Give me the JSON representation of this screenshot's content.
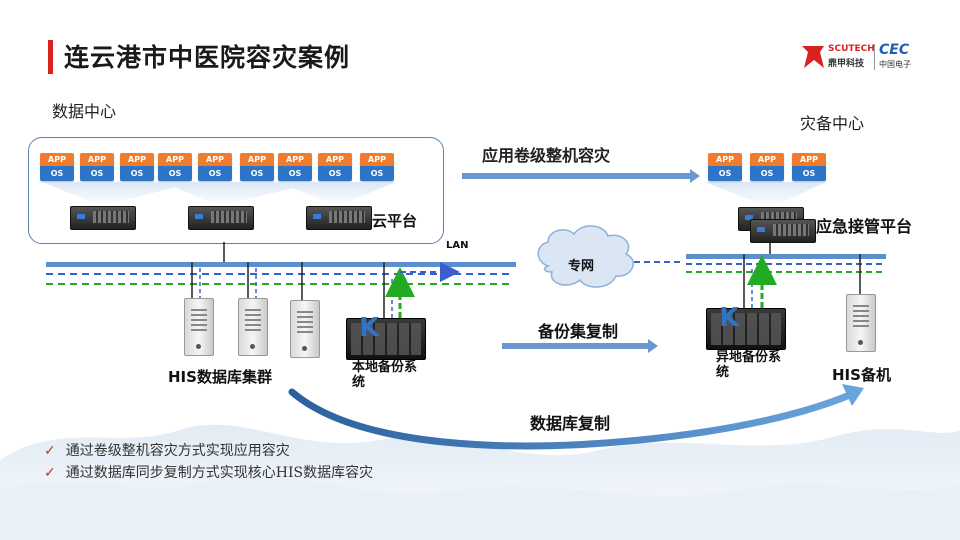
{
  "title": "连云港市中医院容灾案例",
  "logo": {
    "brand1": "SCUTECH",
    "brand1_sub": "鼎甲科技",
    "brand2": "CEC",
    "brand2_sub": "中国电子"
  },
  "left_center": {
    "label": "数据中心",
    "cloud_label": "云平台",
    "lan_label": "LAN",
    "chips": [
      {
        "app": "APP",
        "os": "OS"
      },
      {
        "app": "APP",
        "os": "OS"
      },
      {
        "app": "APP",
        "os": "OS"
      },
      {
        "app": "APP",
        "os": "OS"
      },
      {
        "app": "APP",
        "os": "OS"
      },
      {
        "app": "APP",
        "os": "OS"
      },
      {
        "app": "APP",
        "os": "OS"
      },
      {
        "app": "APP",
        "os": "OS"
      },
      {
        "app": "APP",
        "os": "OS"
      }
    ],
    "his_cluster_label": "HIS数据库集群",
    "local_backup_label": "本地备份系\n统"
  },
  "right_center": {
    "label": "灾备中心",
    "emergency_label": "应急接管平台",
    "chips": [
      {
        "app": "APP",
        "os": "OS"
      },
      {
        "app": "APP",
        "os": "OS"
      },
      {
        "app": "APP",
        "os": "OS"
      }
    ],
    "remote_backup_label": "异地备份系\n统",
    "his_standby_label": "HIS备机"
  },
  "links": {
    "app_volume_dr": "应用卷级整机容灾",
    "private_network": "专网",
    "backup_copy": "备份集复制",
    "db_replication": "数据库复制"
  },
  "bullets": [
    "通过卷级整机容灾方式实现应用容灾",
    "通过数据库同步复制方式实现核心HIS数据库容灾"
  ],
  "colors": {
    "accent": "#d9231f",
    "link_blue": "#4a88c7",
    "dashed_green": "#22aa22",
    "dashed_blue": "#3a5fcd"
  }
}
